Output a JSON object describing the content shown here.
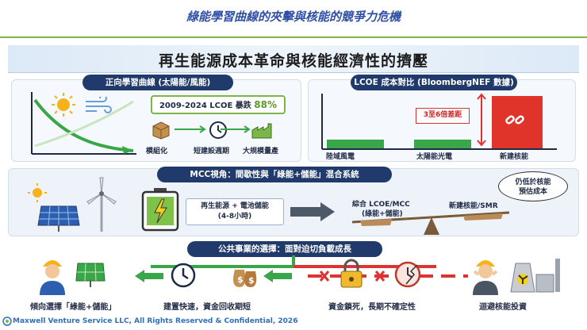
{
  "slide": {
    "title": "綠能學習曲線的夾擊與核能的競爭力危機",
    "banner": "再生能源成本革命與核能經濟性的擠壓"
  },
  "learning_curve": {
    "pill": "正向學習曲線 (太陽能/風能)",
    "drop_text": "2009-2024 LCOE 暴跌",
    "drop_pct": "88%",
    "steps": [
      "模組化",
      "短建設週期",
      "大規模量產"
    ]
  },
  "lcoe": {
    "pill": "LCOE 成本對比 (BloombergNEF 數據)",
    "gap": "3至6倍差距",
    "bars": [
      {
        "label": "陸域風電",
        "value": 1,
        "color": "#3aa64a"
      },
      {
        "label": "太陽能光電",
        "value": 1,
        "color": "#3aa64a"
      },
      {
        "label": "新建核能",
        "value": 6,
        "color": "#e0342b"
      }
    ]
  },
  "mcc": {
    "pill": "MCC視角：間歇性與「綠能+儲能」混合系統",
    "box_line1": "再生能源 + 電池儲能",
    "box_line2": "(4-8小時)",
    "left_pan": "綜合 LCOE/MCC",
    "left_pan2": "(綠能+儲能)",
    "right_pan": "新建核能/SMR",
    "bubble_line1": "仍低於核能",
    "bubble_line2": "預估成本"
  },
  "utility": {
    "pill": "公共事業的選擇：面對迫切負載成長",
    "choice_green": "傾向選擇「綠能+儲能」",
    "green_reason": "建置快速，資金回收期短",
    "red_reason": "資金鎖死，長期不確定性",
    "choice_red": "迴避核能投資"
  },
  "footer": {
    "text": "Maxwell Venture Service LLC, All Rights Reserved & Confidential, 2026"
  },
  "colors": {
    "accent": "#2f4ea8",
    "green": "#3aa64a",
    "red": "#e0342b",
    "navy": "#1f3a6b"
  }
}
